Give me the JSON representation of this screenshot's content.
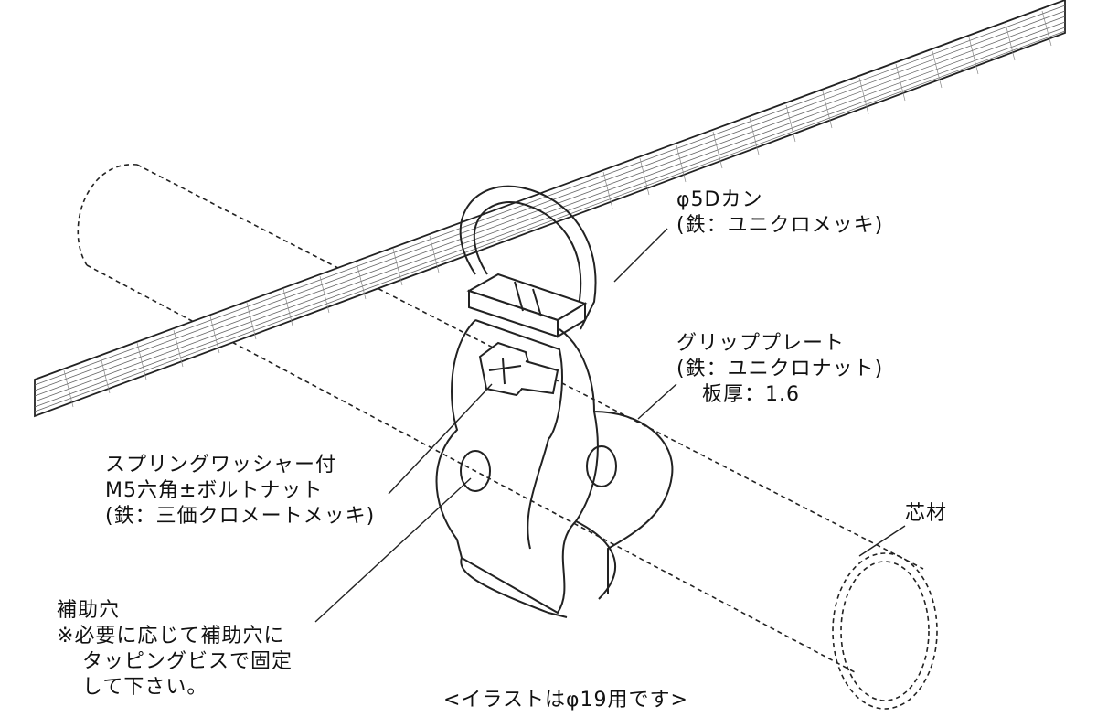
{
  "labels": {
    "d_ring": {
      "line1": "φ5Dカン",
      "line2": "(鉄：ユニクロメッキ)"
    },
    "grip_plate": {
      "line1": "グリッププレート",
      "line2": "(鉄：ユニクロナット)",
      "line3": "板厚：1.6"
    },
    "bolt": {
      "line1": "スプリングワッシャー付",
      "line2": "M5六角±ボルトナット",
      "line3": "(鉄：三価クロメートメッキ)"
    },
    "core": {
      "line1": "芯材"
    },
    "aux_hole": {
      "line1": "補助穴",
      "line2": "※必要に応じて補助穴に",
      "line3": "タッピングビスで固定",
      "line4": "して下さい。"
    },
    "note": "<イラストはφ19用です>"
  },
  "colors": {
    "line": "#222222",
    "background": "#ffffff"
  }
}
